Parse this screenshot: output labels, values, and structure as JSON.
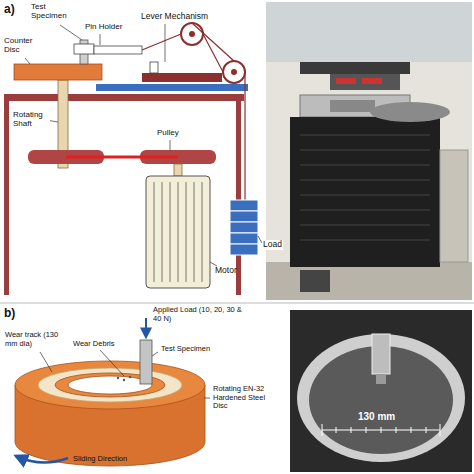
{
  "diagram": {
    "labels": [
      "a)",
      "Test Specimen",
      "Pin Holder",
      "Lever Mechanism",
      "Counter Disc",
      "Rotating Shaft",
      "Pulley",
      "Load",
      "Motor",
      "b)",
      "Applied Load (10, 20, 30 & 40 N)",
      "Wear track (130 mm dia)",
      "Wear Debris",
      "Test Specimen",
      "Rotating EN-32 Hardened Steel Disc",
      "Sliding Direction",
      "130 mm"
    ]
  }
}
